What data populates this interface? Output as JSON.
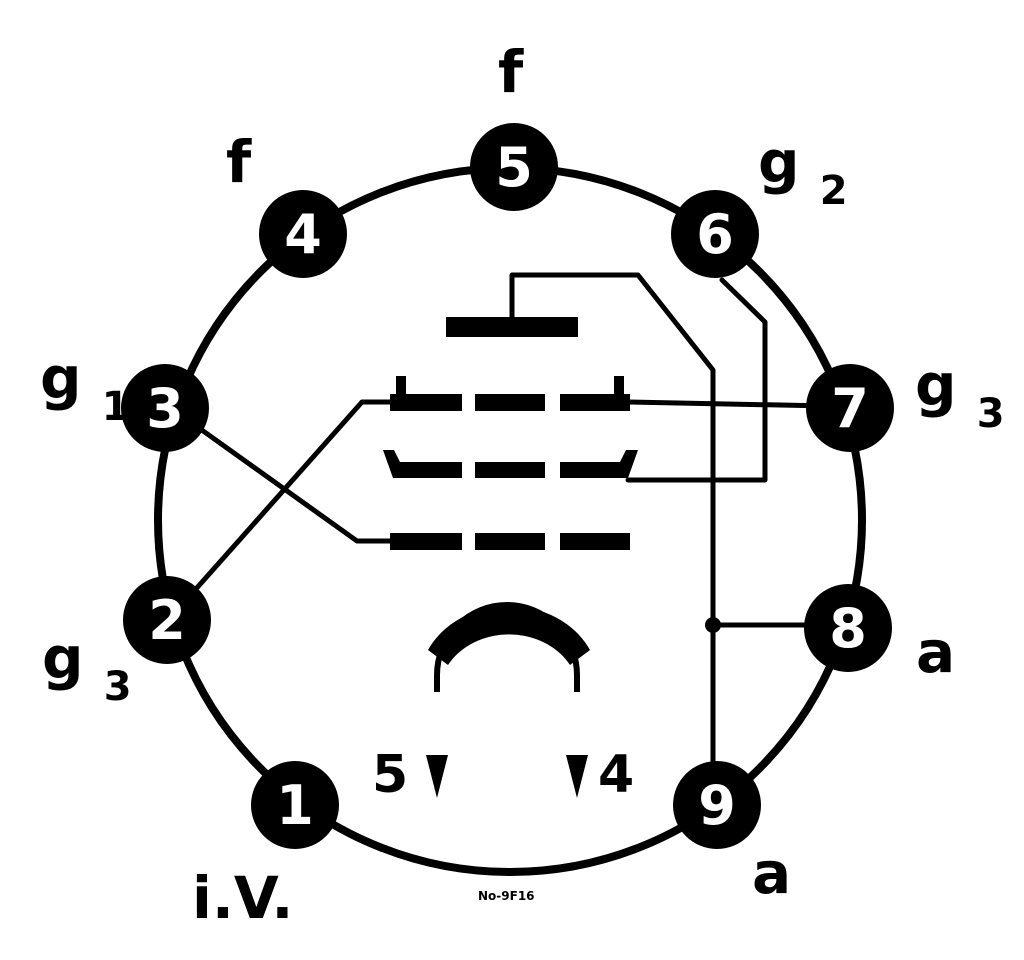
{
  "pins": [
    {
      "number": "1",
      "label": "i.V.",
      "sub": ""
    },
    {
      "number": "2",
      "label": "g",
      "sub": "3"
    },
    {
      "number": "3",
      "label": "g",
      "sub": "1"
    },
    {
      "number": "4",
      "label": "f",
      "sub": ""
    },
    {
      "number": "5",
      "label": "f",
      "sub": ""
    },
    {
      "number": "6",
      "label": "g",
      "sub": "2"
    },
    {
      "number": "7",
      "label": "g",
      "sub": "3"
    },
    {
      "number": "8",
      "label": "a",
      "sub": ""
    },
    {
      "number": "9",
      "label": "a",
      "sub": ""
    }
  ],
  "heater": {
    "left": "5",
    "right": "4"
  },
  "code": "No-9F16",
  "colors": {
    "ink": "#000000",
    "paper": "#ffffff"
  }
}
